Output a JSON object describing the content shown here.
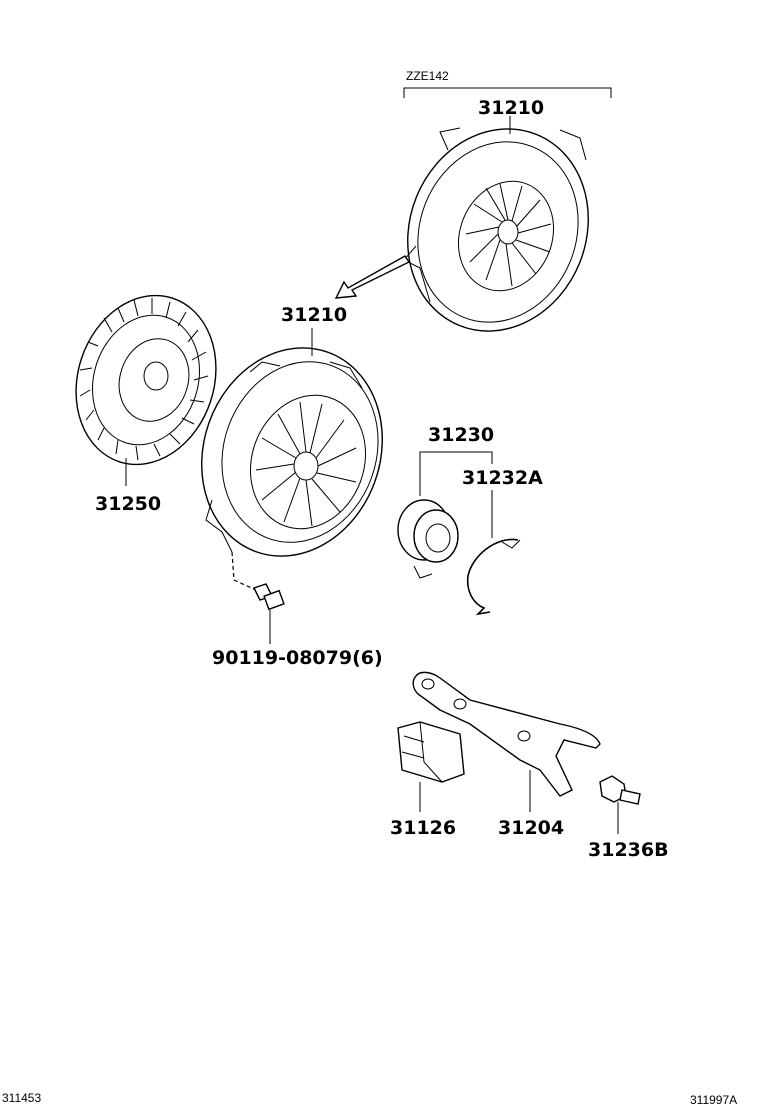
{
  "variant_note": "ZZE142",
  "labels": {
    "cover_upper": "31210",
    "cover_main": "31210",
    "disc": "31250",
    "bolt": "90119-08079(6)",
    "bearing_assy": "31230",
    "clip": "31232A",
    "boot": "31126",
    "fork": "31204",
    "pivot": "31236B"
  },
  "footer": {
    "left_code": "311453",
    "right_code": "311997A"
  }
}
